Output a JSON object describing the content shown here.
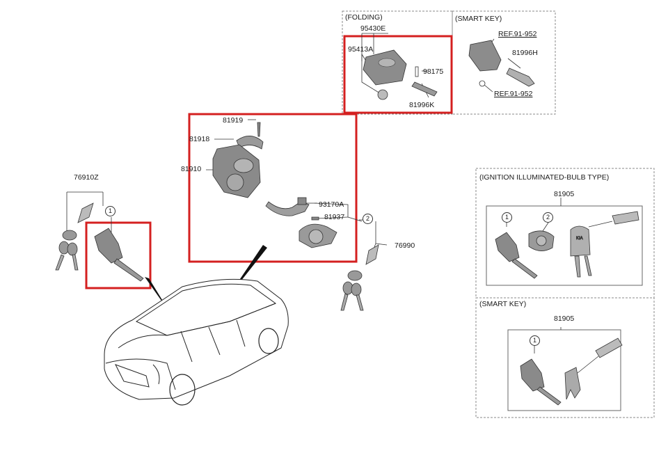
{
  "folding": {
    "header": "(FOLDING)",
    "assembly": "95430E",
    "cover": "95413A",
    "pin": "98175",
    "blank_key": "81996K"
  },
  "smart_key_top": {
    "header": "(SMART KEY)",
    "ref_top": "REF.91-952",
    "emergency_key": "81996H",
    "ref_bottom": "REF.91-952"
  },
  "ignition": {
    "p81919": "81919",
    "p81918": "81918",
    "p81910": "81910",
    "p93170A": "93170A",
    "p81937": "81937",
    "p76990": "76990"
  },
  "door": {
    "p76910Z": "76910Z",
    "c1": "1",
    "c2": "2"
  },
  "bulb_type": {
    "header": "(IGNITION ILLUMINATED-BULB TYPE)",
    "set": "81905",
    "c1": "1",
    "c2": "2"
  },
  "smart_key_set": {
    "header": "(SMART KEY)",
    "set": "81905",
    "c1": "1"
  },
  "colors": {
    "highlight": "#d42020",
    "part_fill": "#9a9a9a",
    "line": "#222222"
  }
}
